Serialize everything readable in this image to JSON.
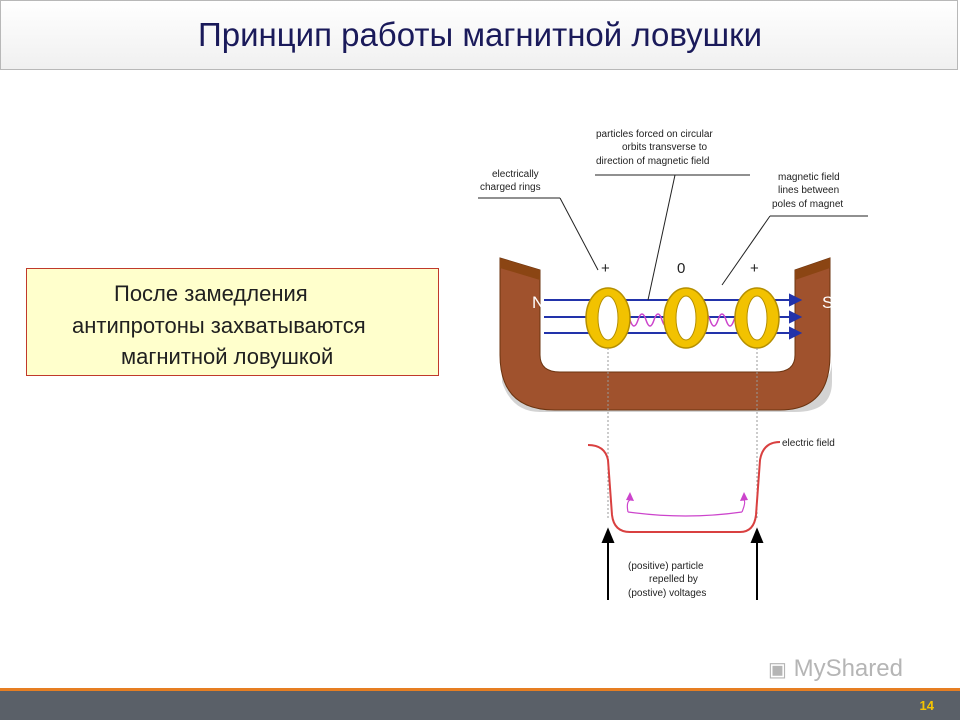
{
  "slide": {
    "title": "Принцип работы магнитной ловушки",
    "callout": {
      "line1": "После замедления",
      "line2": "антипротоны захватываются",
      "line3": "магнитной ловушкой"
    },
    "page_number": "14",
    "watermark": "MyShared"
  },
  "diagram": {
    "labels": {
      "rings_1": "electrically",
      "rings_2": "charged rings",
      "orbits_1": "particles forced on circular",
      "orbits_2": "orbits transverse to",
      "orbits_3": "direction of magnetic field",
      "field_1": "magnetic field",
      "field_2": "lines between",
      "field_3": "poles of magnet",
      "plus_left": "+",
      "zero": "0",
      "plus_right": "+",
      "north": "N",
      "south": "S",
      "electric": "electric field",
      "repelled_1": "(positive) particle",
      "repelled_2": "repelled by",
      "repelled_3": "(postive) voltages"
    },
    "colors": {
      "magnet": "#a0522d",
      "ring": "#f2c200",
      "field_line": "#2233aa",
      "spiral": "#cc44cc",
      "electric_line": "#d94040",
      "arrow": "#000000"
    }
  }
}
